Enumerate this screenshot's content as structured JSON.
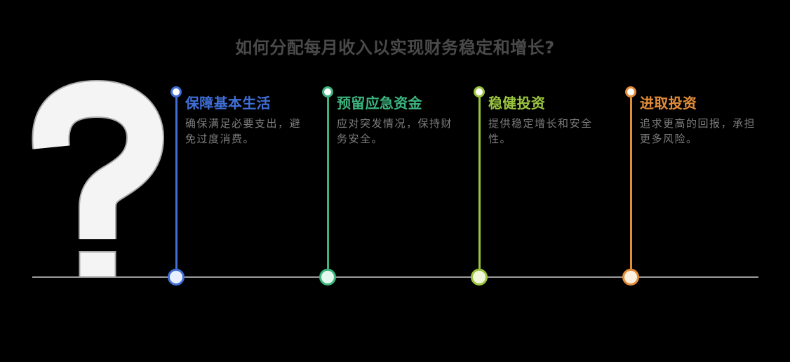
{
  "title": "如何分配每月收入以实现财务稳定和增长?",
  "background_color": "#000000",
  "divider_color": "#9b9b9b",
  "title_color": "#4a4a4a",
  "description_color": "#7d7d7d",
  "icons": {
    "question_mark": "?"
  },
  "columns": [
    {
      "heading": "保障基本生活",
      "description": "确保满足必要支出，避\n免过度消费。",
      "color": "#3f6fd6",
      "fill": "#e9effc"
    },
    {
      "heading": "预留应急资金",
      "description": "应对突发情况，保持财\n务安全。",
      "color": "#3cb47e",
      "fill": "#e4f8ed"
    },
    {
      "heading": "稳健投资",
      "description": "提供稳定增长和安全\n性。",
      "color": "#9ac43f",
      "fill": "#f0f7db"
    },
    {
      "heading": "进取投资",
      "description": "追求更高的回报，承担\n更多风险。",
      "color": "#e28c38",
      "fill": "#fdf0e0"
    }
  ]
}
